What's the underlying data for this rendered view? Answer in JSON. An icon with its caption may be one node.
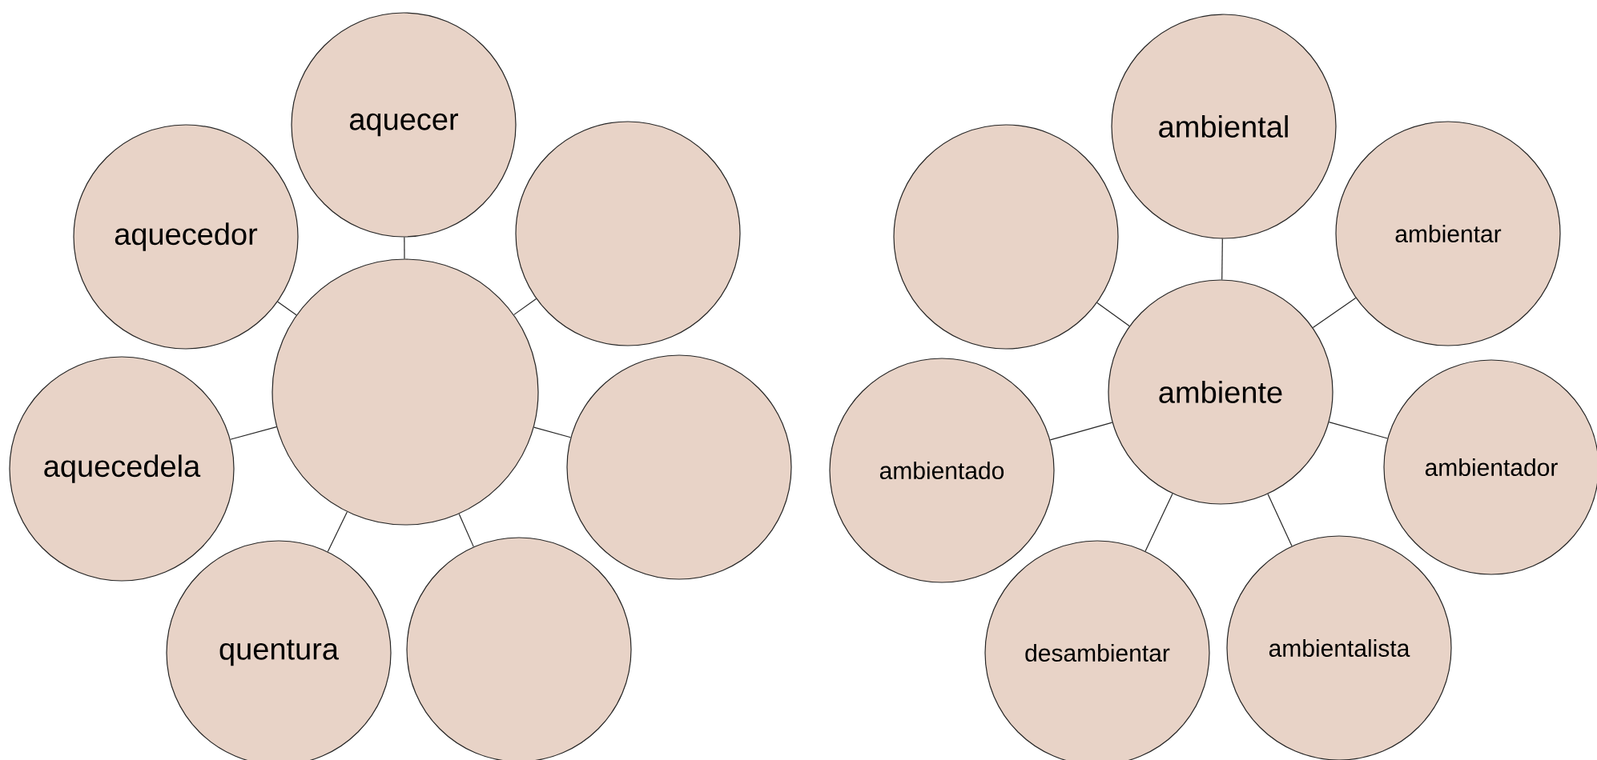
{
  "diagram": {
    "nodes": [
      {
        "text": [
          "aquecer"
        ]
      },
      {
        "text": [
          "aquecedor"
        ]
      },
      {
        "text": [],
        "shape": "circle"
      },
      {
        "text": [],
        "shape": "circle"
      },
      {
        "text": [
          "aquecedela"
        ]
      },
      {
        "text": [],
        "shape": "circle"
      },
      {
        "text": [
          "quentura"
        ]
      },
      {
        "text": [],
        "shape": "circle"
      },
      {
        "text": [
          "ambiental"
        ]
      },
      {
        "text": [],
        "shape": "circle"
      },
      {
        "text": [
          "ambientar"
        ]
      },
      {
        "text": [
          "ambiente"
        ]
      },
      {
        "text": [
          "ambientado"
        ]
      },
      {
        "text": [
          "ambientador"
        ]
      },
      {
        "text": [
          "desambientar"
        ]
      },
      {
        "text": [
          "ambientalista"
        ]
      }
    ],
    "edges": [
      {
        "from": 3,
        "to": 0,
        "arrow": "none"
      },
      {
        "from": 3,
        "to": 1,
        "arrow": "none"
      },
      {
        "from": 3,
        "to": 2,
        "arrow": "none"
      },
      {
        "from": 3,
        "to": 4,
        "arrow": "none"
      },
      {
        "from": 3,
        "to": 5,
        "arrow": "none"
      },
      {
        "from": 3,
        "to": 6,
        "arrow": "none"
      },
      {
        "from": 3,
        "to": 7,
        "arrow": "none"
      },
      {
        "from": 11,
        "to": 8,
        "arrow": "none"
      },
      {
        "from": 11,
        "to": 9,
        "arrow": "none"
      },
      {
        "from": 11,
        "to": 10,
        "arrow": "none"
      },
      {
        "from": 11,
        "to": 12,
        "arrow": "none"
      },
      {
        "from": 11,
        "to": 13,
        "arrow": "none"
      },
      {
        "from": 11,
        "to": 14,
        "arrow": "none"
      },
      {
        "from": 11,
        "to": 15,
        "arrow": "none"
      }
    ]
  }
}
